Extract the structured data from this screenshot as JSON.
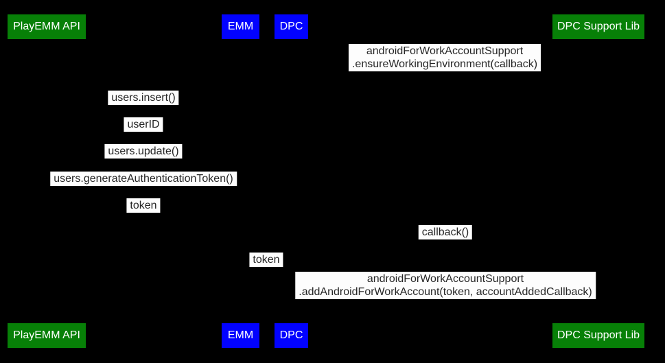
{
  "diagram": {
    "type": "sequence-diagram",
    "background_color": "#000000",
    "label_background_color": "#fdfdfd",
    "label_text_color": "#262626",
    "participant_text_color": "#ffffff",
    "green_participant_color": "#078007",
    "blue_participant_color": "#0202ff",
    "participants": [
      {
        "name": "PlayEMM API",
        "color": "#078007"
      },
      {
        "name": "EMM",
        "color": "#0202ff"
      },
      {
        "name": "DPC",
        "color": "#0202ff"
      },
      {
        "name": "DPC Support Lib",
        "color": "#078007"
      }
    ],
    "messages": [
      {
        "lines": [
          "androidForWorkAccountSupport",
          ".ensureWorkingEnvironment(callback)"
        ]
      },
      {
        "lines": [
          "users.insert()"
        ]
      },
      {
        "lines": [
          "userID"
        ]
      },
      {
        "lines": [
          "users.update()"
        ]
      },
      {
        "lines": [
          "users.generateAuthenticationToken()"
        ]
      },
      {
        "lines": [
          "token"
        ]
      },
      {
        "lines": [
          "callback()"
        ]
      },
      {
        "lines": [
          "token"
        ]
      },
      {
        "lines": [
          "androidForWorkAccountSupport",
          ".addAndroidForWorkAccount(token, accountAddedCallback)"
        ]
      }
    ]
  }
}
